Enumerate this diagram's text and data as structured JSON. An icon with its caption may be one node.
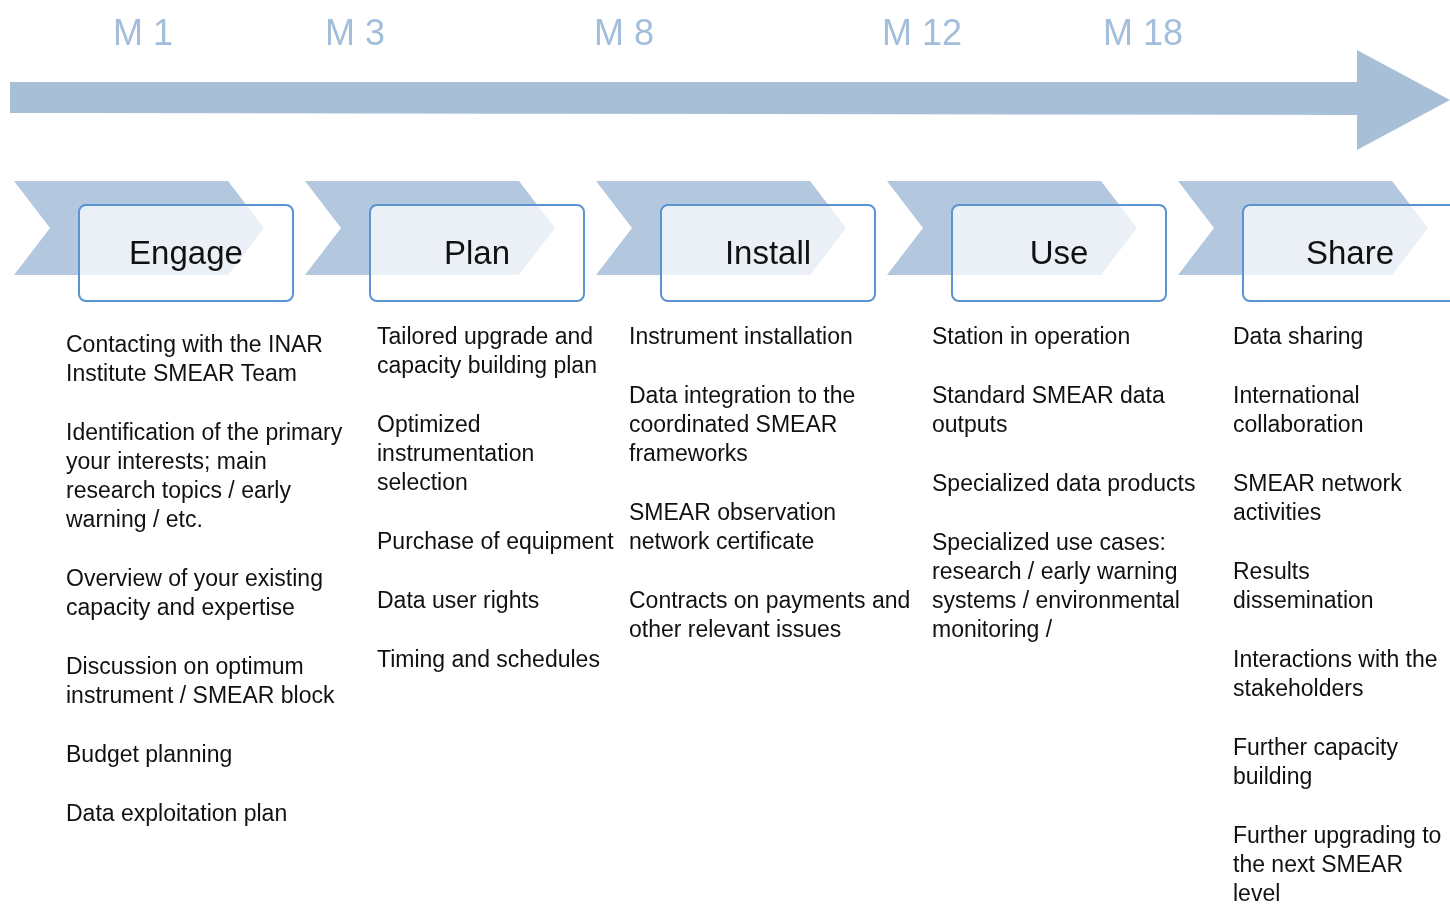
{
  "diagram": {
    "nodes": [
      {
        "text": [
          "Engage"
        ],
        "beside": [
          "Contacting with the INAR Institute SMEAR Team",
          "Identification of the primary your interests; main research topics / early warning / etc.",
          "Overview of your existing capacity and expertise",
          "Discussion on optimum instrument / SMEAR block",
          "Budget planning",
          "Data exploitation plan"
        ]
      },
      {
        "text": [
          "Plan"
        ],
        "beside": [
          "Tailored upgrade and capacity building plan",
          "Optimized instrumentation selection",
          "Purchase of equipment",
          "Data user rights",
          "Timing and schedules"
        ]
      },
      {
        "text": [
          "Install"
        ],
        "beside": [
          "Instrument installation",
          "Data integration to the coordinated SMEAR frameworks",
          "SMEAR observation network certificate",
          "Contracts on payments and other relevant issues"
        ]
      },
      {
        "text": [
          "Use"
        ],
        "beside": [
          "Station in operation",
          "Standard SMEAR data outputs",
          "Specialized data products",
          "Specialized use cases: research / early warning systems / environmental monitoring /"
        ]
      },
      {
        "text": [
          "Share"
        ],
        "beside": [
          "Data sharing",
          "International collaboration",
          "SMEAR network activities",
          "Results dissemination",
          "Interactions with the stakeholders",
          "Further capacity building",
          "Further upgrading to the next SMEAR level"
        ]
      }
    ],
    "edges": [],
    "labels": [
      "M 1",
      "M 3",
      "M 8",
      "M 12",
      "M 18"
    ]
  }
}
